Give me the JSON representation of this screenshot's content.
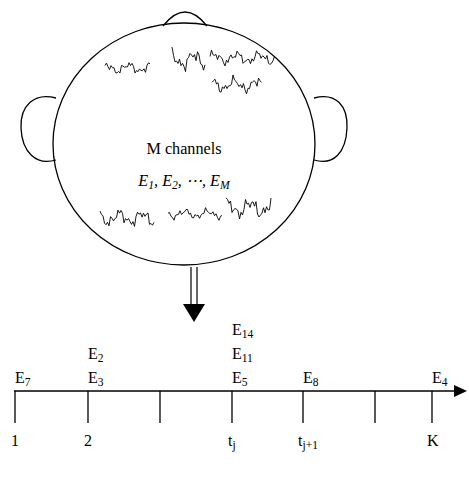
{
  "diagram": {
    "nodes": [
      {
        "text": [
          "M channels",
          "E1, E2, ⋯, EM"
        ]
      }
    ],
    "labels": [
      "E14",
      "E2",
      "E11",
      "E7",
      "E3",
      "E5",
      "E8",
      "E4",
      "1",
      "2",
      "tj",
      "tj+1",
      "K"
    ]
  }
}
